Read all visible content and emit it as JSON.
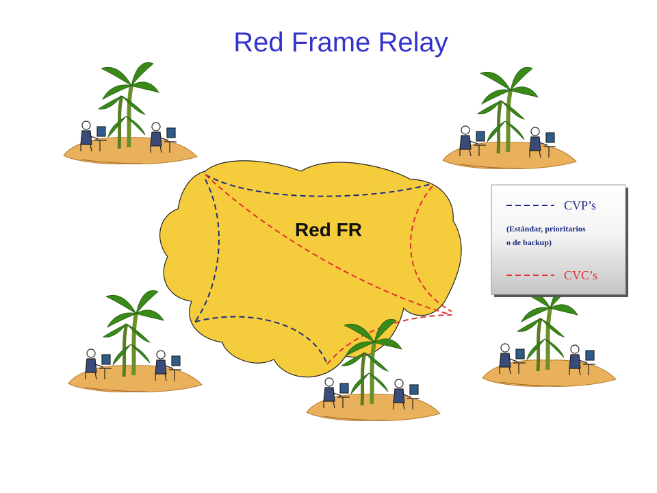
{
  "title": "Red Frame Relay",
  "cloud": {
    "label": "Red FR",
    "fill": "#f5cc3c"
  },
  "legend": {
    "cvp_label": "CVP’s",
    "cvp_note_line1": "(Estándar, prioritarios",
    "cvp_note_line2": "o de backup)",
    "cvc_label": "CVC’s"
  },
  "colors": {
    "title": "#3333cc",
    "cvp": "#1a2a80",
    "cvc": "#e03030",
    "sand": "#e9b15c",
    "palm": "#3a8a1a"
  },
  "icons": [
    "island-site-icon",
    "palm-tree-icon",
    "person-at-computer-icon"
  ]
}
